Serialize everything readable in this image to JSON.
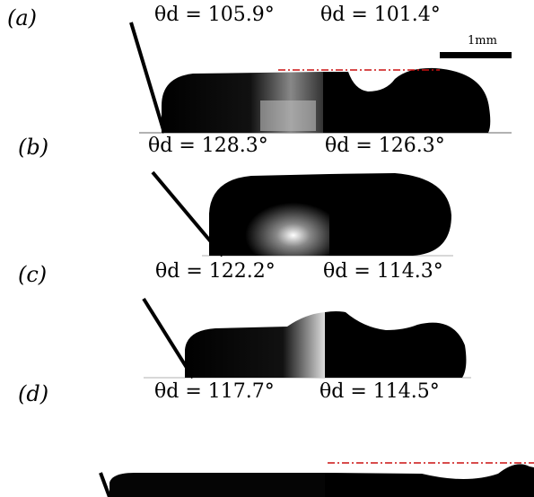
{
  "panels": [
    {
      "label": "(a)",
      "left_angle": "θd = 105.9°",
      "right_angle": "θd = 101.4°"
    },
    {
      "label": "(b)",
      "left_angle": "θd = 128.3°",
      "right_angle": "θd = 126.3°"
    },
    {
      "label": "(c)",
      "left_angle": "θd = 122.2°",
      "right_angle": "θd = 114.3°"
    },
    {
      "label": "(d)",
      "left_angle": "θd = 117.7°",
      "right_angle": "θd = 114.5°"
    }
  ],
  "scale_bar": {
    "label": "1mm"
  },
  "colors": {
    "droplet": "#000000",
    "reference_line": "#cc1111",
    "substrate": "#999999"
  }
}
